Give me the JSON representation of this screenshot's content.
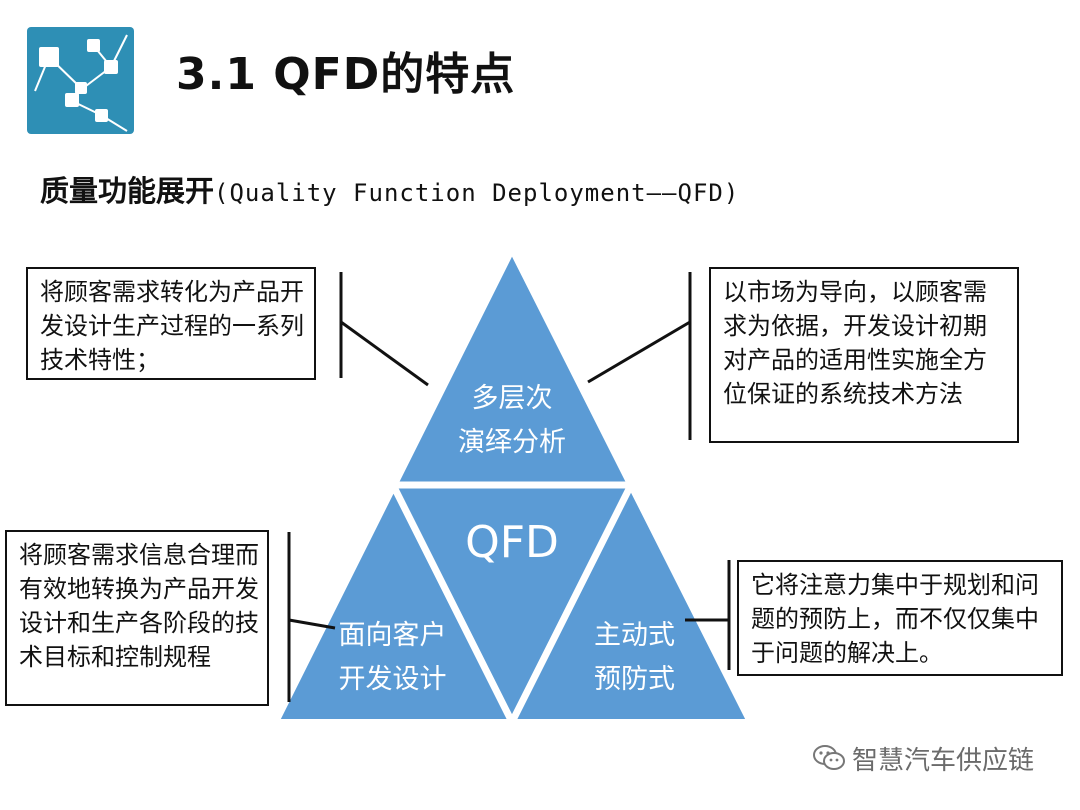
{
  "header": {
    "title": "3.1 QFD的特点",
    "logo_icon": "network-nodes-icon",
    "logo_color": "#2e8fb5"
  },
  "subtitle": {
    "cn": "质量功能展开",
    "en": "(Quality Function Deployment——QFD)"
  },
  "diagram": {
    "triangle_color": "#5b9bd5",
    "center_label": "QFD",
    "top_label": [
      "多层次",
      "演绎分析"
    ],
    "left_label": [
      "面向客户",
      "开发设计"
    ],
    "right_label": [
      "主动式",
      "预防式"
    ],
    "boxes": {
      "top_left": "将顾客需求转化为产品开发设计生产过程的一系列技术特性；",
      "top_right": "以市场为导向，以顾客需求为依据，开发设计初期对产品的适用性实施全方位保证的系统技术方法",
      "bottom_left": "将顾客需求信息合理而有效地转换为产品开发设计和生产各阶段的技术目标和控制规程",
      "bottom_right": "它将注意力集中于规划和问题的预防上，而不仅仅集中于问题的解决上。"
    }
  },
  "watermark": {
    "icon": "wechat-icon",
    "text": "智慧汽车供应链"
  }
}
